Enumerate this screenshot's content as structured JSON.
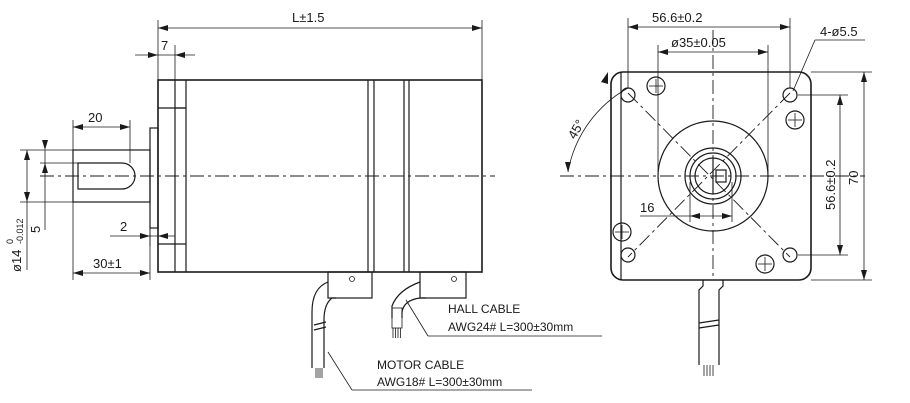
{
  "side_view": {
    "dim_length": "L±1.5",
    "dim_flange": "7",
    "dim_shaft_key": "20",
    "dim_shaft_diameter": "ø14",
    "dim_shaft_diameter_tol_upper": "0",
    "dim_shaft_diameter_tol_lower": "-0.012",
    "dim_flat": "5",
    "dim_boss": "2",
    "dim_shaft_length": "30±1",
    "hall_cable_label": "HALL CABLE",
    "hall_cable_spec": "AWG24# L=300±30mm",
    "motor_cable_label": "MOTOR CABLE",
    "motor_cable_spec": "AWG18# L=300±30mm"
  },
  "front_view": {
    "dim_width": "56.6±0.2",
    "dim_pilot": "ø35±0.05",
    "dim_holes": "4-ø5.5",
    "dim_angle": "45°",
    "dim_height_holes": "56.6±0.2",
    "dim_height": "70",
    "dim_key": "16"
  }
}
